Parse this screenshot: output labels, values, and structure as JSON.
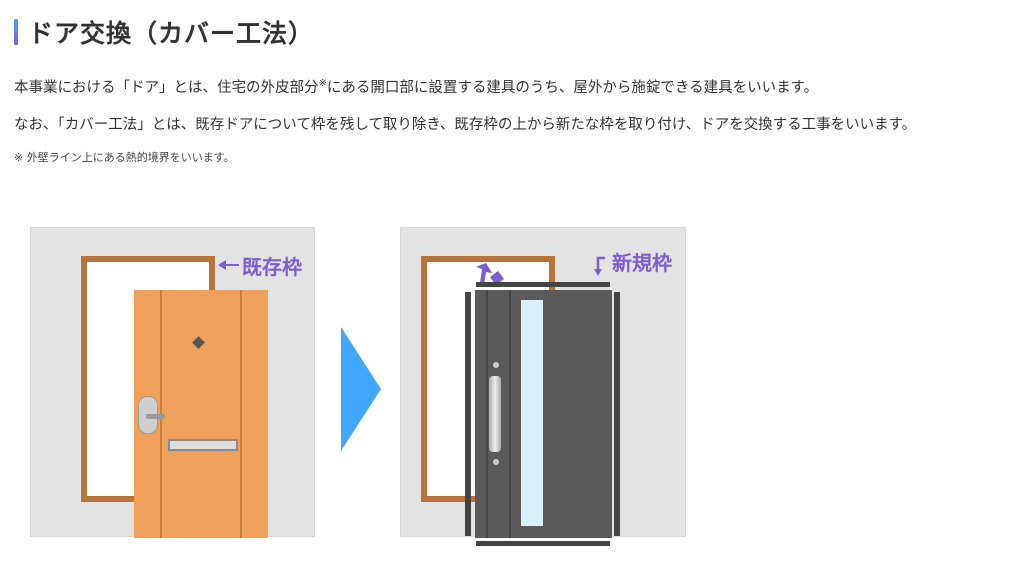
{
  "heading": {
    "title": "ドア交換（カバー工法）"
  },
  "description": {
    "line1_before": "本事業における「ドア」とは、住宅の外皮部分",
    "line1_mark": "※",
    "line1_after": "にある開口部に設置する建具のうち、屋外から施錠できる建具をいいます。",
    "line2": "なお、「カバー工法」とは、既存ドアについて枠を残して取り除き、既存枠の上から新たな枠を取り付け、ドアを交換する工事をいいます。",
    "note": "※  外壁ライン上にある熱的境界をいいます。"
  },
  "illustration": {
    "before_label": "既存枠",
    "after_label": "新規枠",
    "colors": {
      "existing_frame": "#b8733a",
      "old_door": "#f0a05a",
      "new_door": "#5a5a5a",
      "new_frame": "#444444",
      "arrow": "#3fa7ff",
      "label": "#7b5cd1",
      "glass": "#d9f1ff"
    }
  }
}
